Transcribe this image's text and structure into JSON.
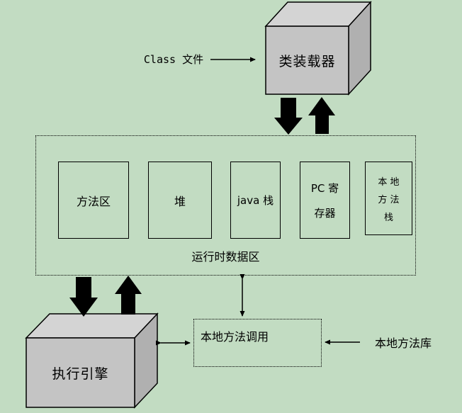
{
  "diagram_title": "JVM architecture diagram",
  "colors": {
    "background": "#c2dcc2",
    "cube_front": "#c4c4c4",
    "cube_top": "#d4d4d4",
    "cube_side": "#b0b0b0",
    "line": "#000000"
  },
  "class_file": {
    "label": "Class 文件"
  },
  "class_loader": {
    "label": "类装载器"
  },
  "runtime_area": {
    "caption": "运行时数据区",
    "boxes": [
      {
        "label": "方法区"
      },
      {
        "label": "堆"
      },
      {
        "label": "java 栈"
      },
      {
        "lines": [
          "PC 寄",
          "存器"
        ]
      },
      {
        "lines": [
          "本 地",
          "方 法",
          "栈"
        ]
      }
    ]
  },
  "execution_engine": {
    "label": "执行引擎"
  },
  "native_invoke": {
    "label": "本地方法调用"
  },
  "native_lib": {
    "label": "本地方法库"
  },
  "arrows": [
    {
      "name": "classfile-to-classloader",
      "type": "thin-single-right"
    },
    {
      "name": "classloader-to-runtime",
      "type": "thick-down"
    },
    {
      "name": "runtime-to-classloader",
      "type": "thick-up"
    },
    {
      "name": "runtime-to-engine",
      "type": "thick-down"
    },
    {
      "name": "engine-to-runtime",
      "type": "thick-up"
    },
    {
      "name": "runtime-to-native-invoke",
      "type": "thin-double-vertical"
    },
    {
      "name": "engine-to-native-invoke",
      "type": "thin-double-horizontal"
    },
    {
      "name": "nativelib-to-native-invoke",
      "type": "thin-single-left"
    }
  ]
}
